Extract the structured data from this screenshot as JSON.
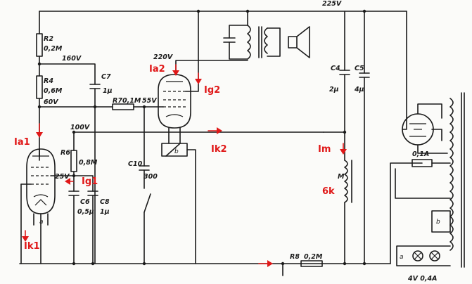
{
  "supply": {
    "voltage": "225V"
  },
  "voltages": {
    "v160": "160V",
    "v60": "60V",
    "v100": "100V",
    "v55": "55V",
    "v220": "220V",
    "v25": "25V"
  },
  "components": {
    "r2": {
      "name": "R2",
      "value": "0,2M"
    },
    "r4": {
      "name": "R4",
      "value": "0,6M"
    },
    "r6": {
      "name": "R6",
      "value": "0,8M"
    },
    "r7": {
      "name": "R7",
      "value": "0,1M"
    },
    "r8": {
      "name": "R8",
      "value": "0,2M"
    },
    "c4": {
      "name": "C4",
      "value": "2µ"
    },
    "c5": {
      "name": "C5",
      "value": "4µ"
    },
    "c6": {
      "name": "C6",
      "value": "0,5µ"
    },
    "c7": {
      "name": "C7",
      "value": "1µ"
    },
    "c8": {
      "name": "C8",
      "value": "1µ"
    },
    "c10": {
      "name": "C10",
      "value": "300"
    },
    "m": {
      "name": "M"
    },
    "fuse": {
      "value": "0,1A"
    },
    "lamps": {
      "value": "4V  0,4A"
    },
    "tags": {
      "a": "a",
      "b": "b"
    }
  },
  "annotations": {
    "ia1": "Ia1",
    "ik1": "Ik1",
    "ig1": "Ig1",
    "ia2": "Ia2",
    "ig2": "Ig2",
    "ik2": "Ik2",
    "im": "Im",
    "six_k": "6k"
  }
}
